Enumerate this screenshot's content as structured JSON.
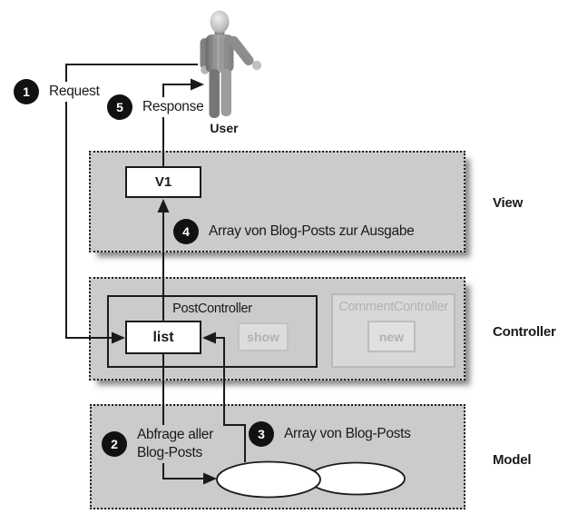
{
  "diagram": {
    "user_label": "User",
    "view": {
      "label": "View",
      "v1_label": "V1"
    },
    "controller": {
      "label": "Controller",
      "post_controller": {
        "title": "PostController",
        "action_list": "list",
        "action_show": "show"
      },
      "comment_controller": {
        "title": "CommentController",
        "action_new": "new"
      }
    },
    "model": {
      "label": "Model"
    },
    "steps": [
      {
        "num": "1",
        "label": "Request"
      },
      {
        "num": "2",
        "label": "Abfrage aller\nBlog-Posts"
      },
      {
        "num": "3",
        "label": "Array von Blog-Posts"
      },
      {
        "num": "4",
        "label": "Array von Blog-Posts zur Ausgabe"
      },
      {
        "num": "5",
        "label": "Response"
      }
    ]
  },
  "colors": {
    "ink": "#1a1a1a",
    "layer-bg": "#cbcbcb",
    "page-bg": "#ffffff",
    "muted-fill": "#d8d8d8",
    "muted-fill-light": "#e0e0e0",
    "muted-border": "#b9b9b9",
    "muted-text": "#b2b2b2",
    "box-bg": "#ffffff"
  }
}
